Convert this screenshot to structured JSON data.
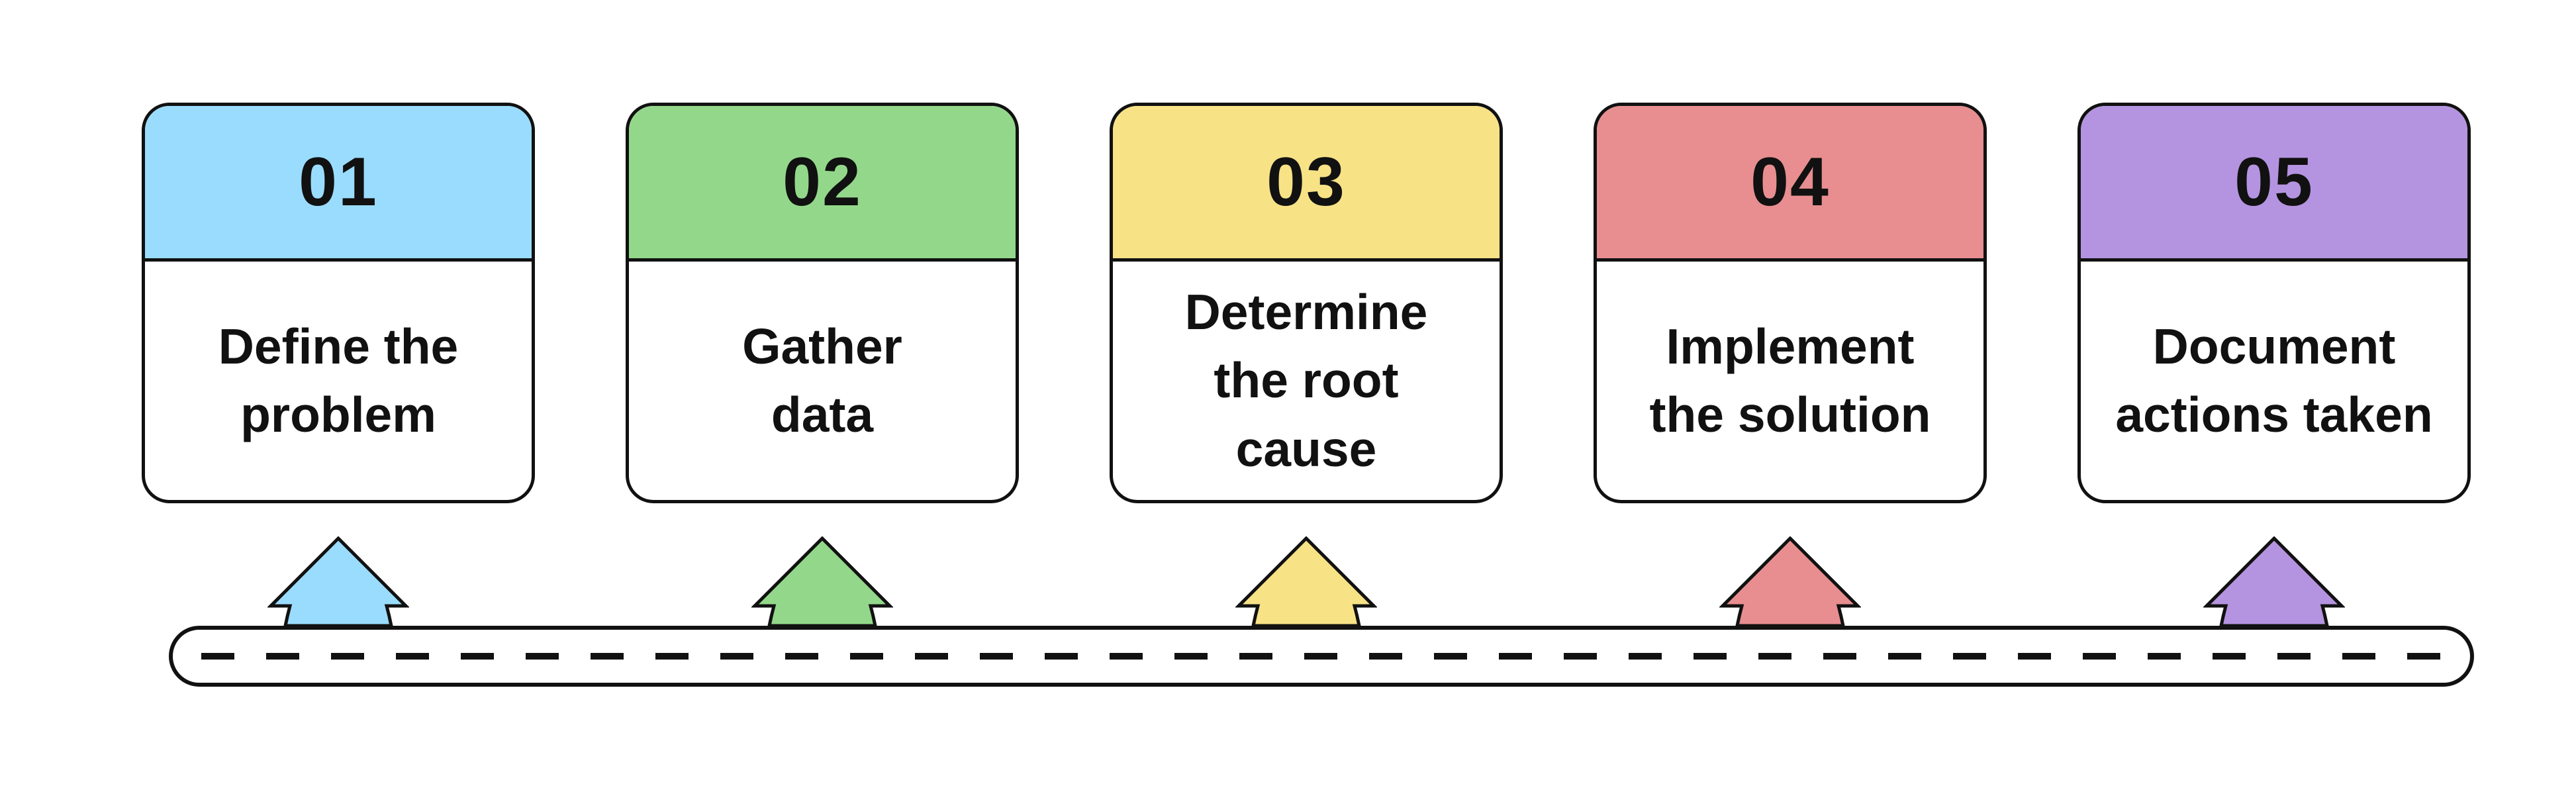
{
  "diagram": {
    "background_color": "#ffffff",
    "outline_color": "#111111",
    "card_fill_color": "#ffffff",
    "steps": [
      {
        "number": "01",
        "title": "Define the\nproblem",
        "accent_color": "#9adcfd"
      },
      {
        "number": "02",
        "title": "Gather\ndata",
        "accent_color": "#93d88a"
      },
      {
        "number": "03",
        "title": "Determine\nthe root\ncause",
        "accent_color": "#f7e286"
      },
      {
        "number": "04",
        "title": "Implement\nthe solution",
        "accent_color": "#e88e90"
      },
      {
        "number": "05",
        "title": "Document\nactions taken",
        "accent_color": "#b494e0"
      }
    ],
    "road": {
      "fill_color": "#ffffff",
      "line_color": "#111111",
      "dash_color": "#111111"
    }
  }
}
